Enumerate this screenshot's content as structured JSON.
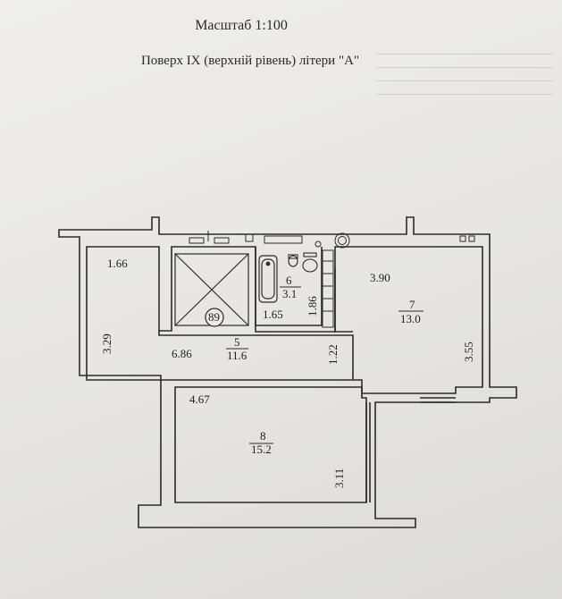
{
  "header": {
    "scale": "Масштаб 1:100",
    "floor": "Поверх IX (верхній рівень) літери \"А\""
  },
  "rooms": {
    "r5": {
      "number": "5",
      "area": "11.6"
    },
    "r6": {
      "number": "6",
      "area": "3.1"
    },
    "r7": {
      "number": "7",
      "area": "13.0"
    },
    "r8": {
      "number": "8",
      "area": "15.2"
    },
    "stair": {
      "number": "89"
    }
  },
  "dimensions": {
    "d_1_66": "1.66",
    "d_3_29": "3.29",
    "d_6_86": "6.86",
    "d_1_65": "1.65",
    "d_1_86": "1.86",
    "d_1_22": "1.22",
    "d_3_90": "3.90",
    "d_3_55": "3.55",
    "d_4_67": "4.67",
    "d_3_11": "3.11"
  },
  "colors": {
    "wall": "#2b2b2b",
    "paper": "#ecebe9"
  }
}
